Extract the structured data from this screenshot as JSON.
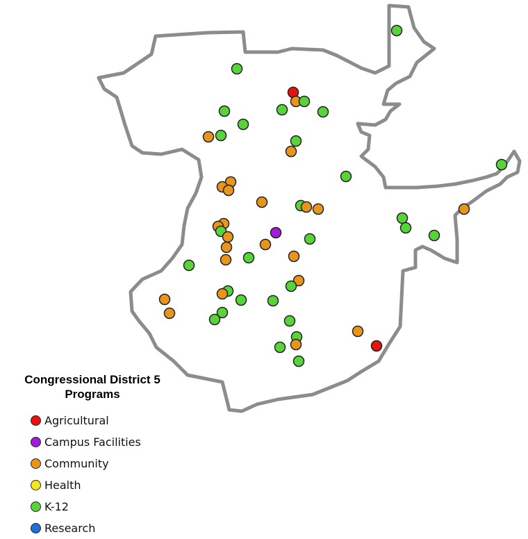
{
  "legend": {
    "title_line1": "Congressional District 5",
    "title_line2": "Programs",
    "items": [
      {
        "label": "Agricultural",
        "color": "#e8120f"
      },
      {
        "label": "Campus Facilities",
        "color": "#a21bd6"
      },
      {
        "label": "Community",
        "color": "#e8951e"
      },
      {
        "label": "Health",
        "color": "#f2e81a"
      },
      {
        "label": "K-12",
        "color": "#58d43a"
      },
      {
        "label": "Research",
        "color": "#1f6fd6"
      }
    ]
  },
  "style": {
    "boundary_color": "#8c8c8c",
    "marker_outline": "#222222"
  }
}
